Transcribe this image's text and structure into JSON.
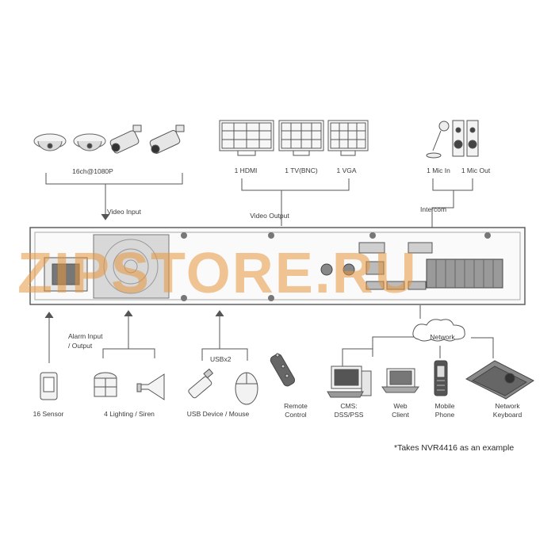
{
  "labels": {
    "cameras": "16ch@1080P",
    "video_input": "Video Input",
    "monitor_hdmi": "1 HDMI",
    "monitor_tv": "1 TV(BNC)",
    "monitor_vga": "1 VGA",
    "video_output": "Video Output",
    "mic_in": "1 Mic In",
    "mic_out": "1 Mic Out",
    "intercom": "Intercom",
    "alarm_line1": "Alarm Input",
    "alarm_line2": "/ Output",
    "usb_x2": "USBx2",
    "network": "Network",
    "sensor": "16 Sensor",
    "lighting": "4 Lighting / Siren",
    "usb_device": "USB Device / Mouse",
    "remote_line1": "Remote",
    "remote_line2": "Control",
    "cms_line1": "CMS:",
    "cms_line2": "DSS/PSS",
    "web_line1": "Web",
    "web_line2": "Client",
    "mobile_line1": "Mobile",
    "mobile_line2": "Phone",
    "netkb_line1": "Network",
    "netkb_line2": "Keyboard"
  },
  "footnote": "*Takes NVR4416 as an example",
  "watermark": "ZIPSTORE.RU"
}
